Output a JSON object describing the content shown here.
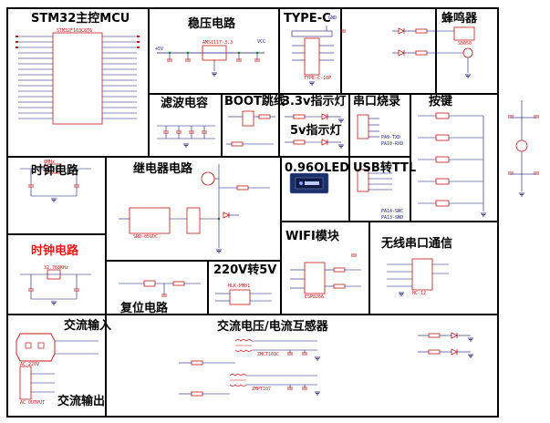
{
  "panels": {
    "mcu": "STM32主控MCU",
    "regulator": "稳压电路",
    "typec": "TYPE-C",
    "buzzer": "蜂鸣器",
    "filter_cap": "滤波电容",
    "boot": "BOOT跳线",
    "led33": "3.3v指示灯",
    "led5": "5v指示灯",
    "uart_burn": "串口烧录",
    "keys": "按键",
    "clock1": "时钟电路",
    "relay": "继电器电路",
    "oled": "0.96OLED",
    "usb_ttl": "USB转TTL",
    "clock2": "时钟电路",
    "wifi": "WIFI模块",
    "wireless": "无线串口通信",
    "reset": "复位电路",
    "ac_dc": "220V转5V",
    "ac_in": "交流输入",
    "ac_out": "交流输出",
    "sensor": "交流电压/电流互感器"
  },
  "labels": {
    "mcu_part": "STM32F103C8T6",
    "reg_part": "AMS1117-3.3",
    "reg_in": "+5V",
    "reg_out": "VCC",
    "usb_part": "TYPE-C-16P",
    "gnd": "GND",
    "buzzer_q": "S8050",
    "crystal1": "8MHz",
    "crystal2": "32.768KHz",
    "relay_part": "SRD-05VDC",
    "uart_pa9": "PA9-TXD",
    "uart_pa10": "PA10-RXD",
    "ttl_pa14": "PA14-SWC",
    "ttl_pa13": "PA13-SWD",
    "wifi_part": "ESP8266",
    "wireless_part": "HC-12",
    "acdc_part": "HLK-PM01",
    "ac_in_part": "AC-220V",
    "ac_out_part": "AC OUTPUT",
    "ct_part": "ZMCT103C",
    "pt_part": "ZMPT107"
  },
  "colors": {
    "frame": "#000000",
    "wire": "#12127a",
    "component": "#c01818",
    "junction": "#0a7a0a",
    "oled_fill": "#1a2f6b",
    "red_title": "#e8191c"
  }
}
